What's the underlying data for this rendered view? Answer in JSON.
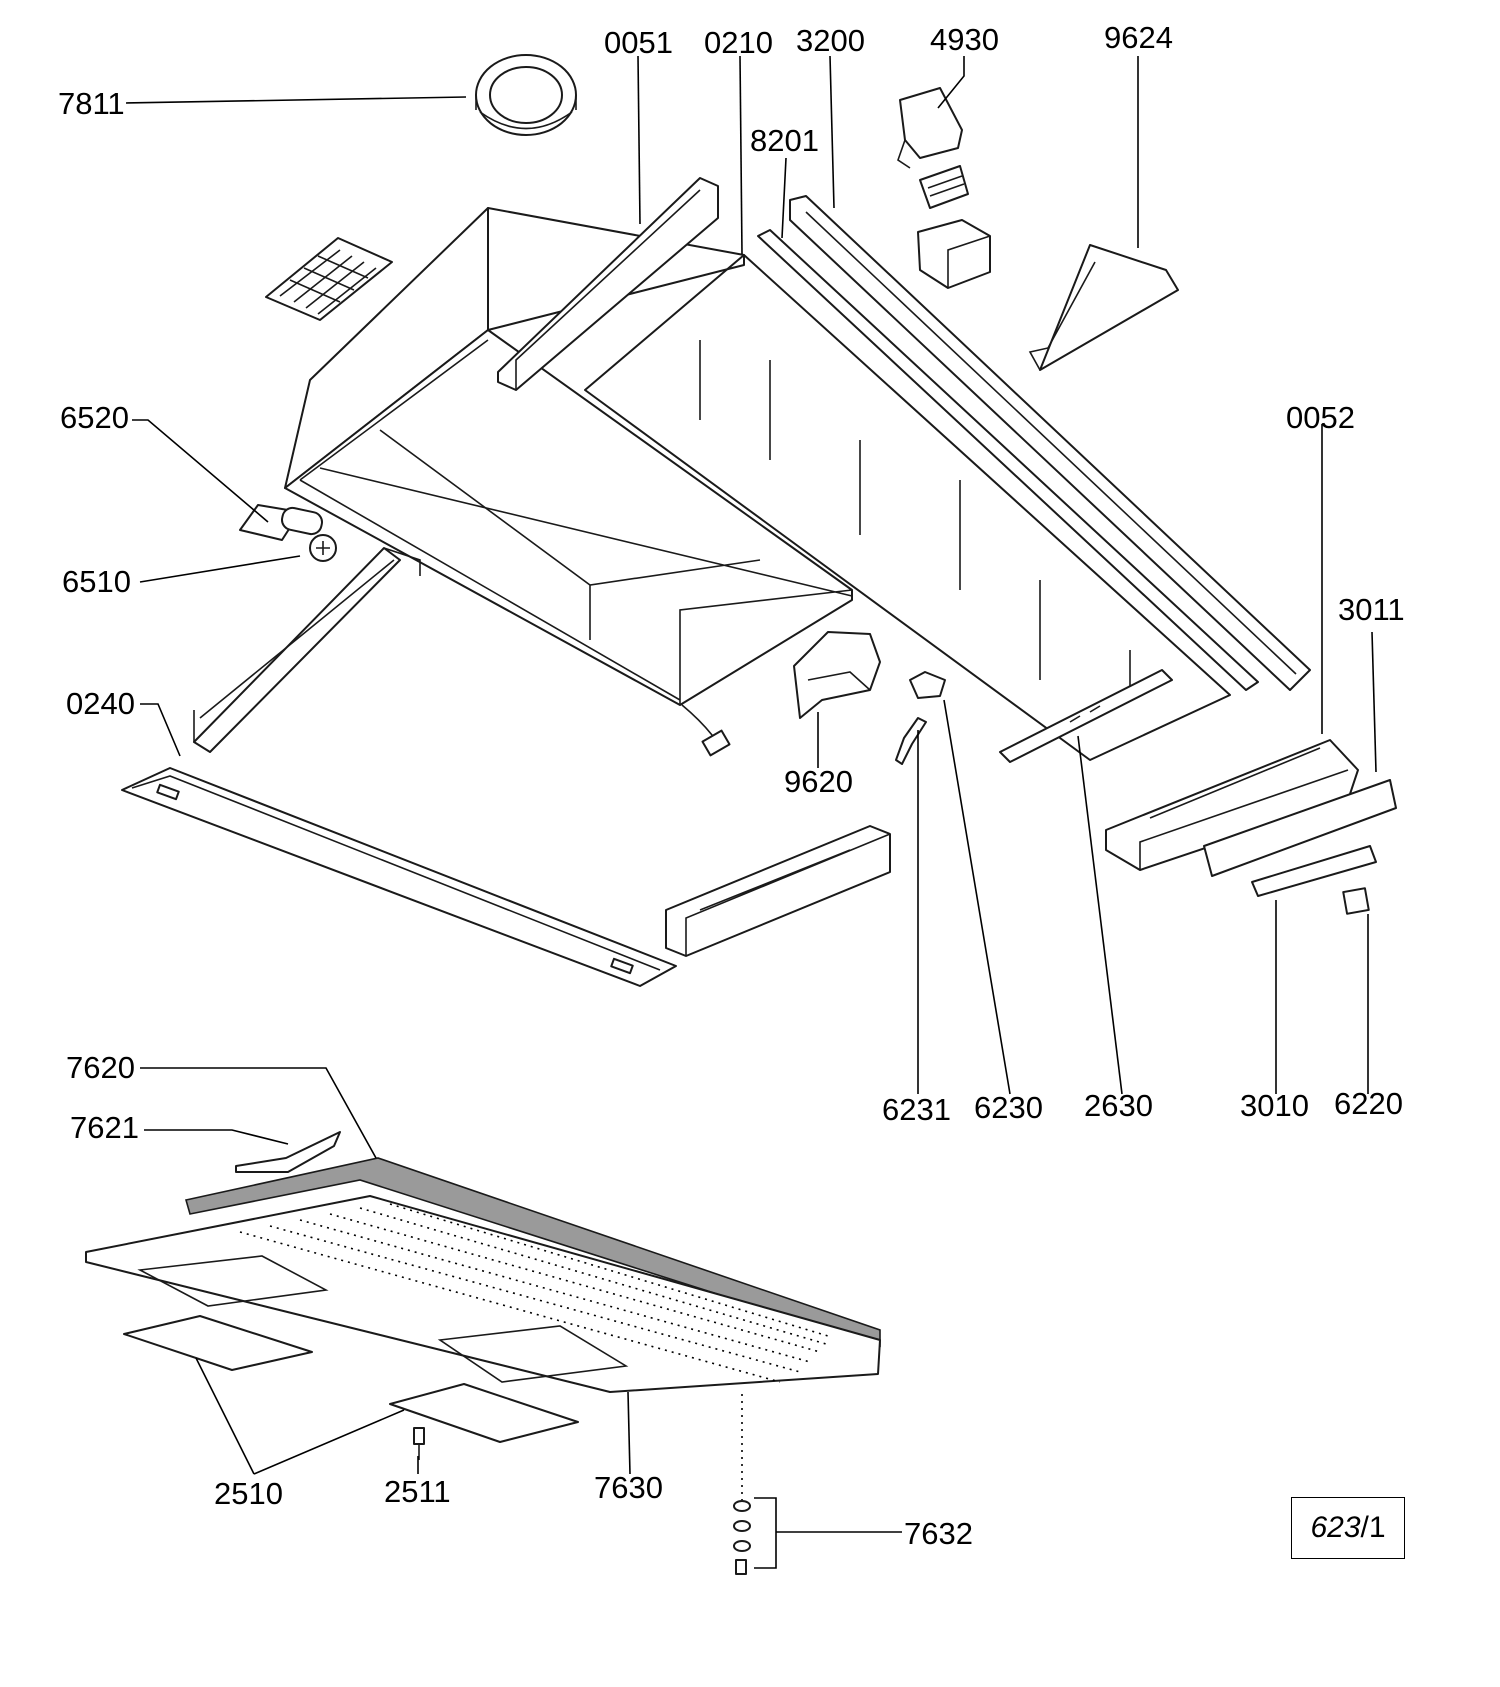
{
  "labels": {
    "p7811": "7811",
    "p0051": "0051",
    "p0210": "0210",
    "p3200": "3200",
    "p4930": "4930",
    "p9624": "9624",
    "p8201": "8201",
    "p6520": "6520",
    "p0052": "0052",
    "p6510": "6510",
    "p3011": "3011",
    "p0240": "0240",
    "p9620": "9620",
    "p6231": "6231",
    "p6230": "6230",
    "p2630": "2630",
    "p3010": "3010",
    "p6220": "6220",
    "p7620": "7620",
    "p7621": "7621",
    "p2510": "2510",
    "p2511": "2511",
    "p7630": "7630",
    "p7632": "7632"
  },
  "reference": {
    "number": "623",
    "separator": "/",
    "sheet": "1"
  }
}
